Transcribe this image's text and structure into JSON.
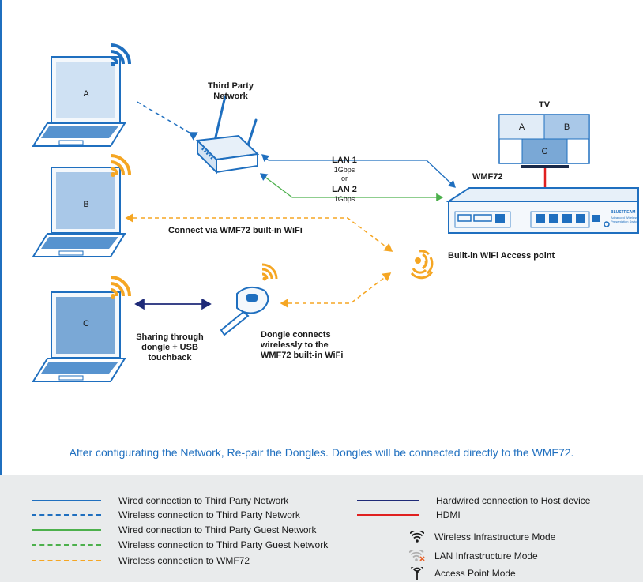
{
  "diagram": {
    "laptops": [
      {
        "label": "A"
      },
      {
        "label": "B"
      },
      {
        "label": "C"
      }
    ],
    "router_label": "Third Party\nNetwork",
    "tv": {
      "title": "TV",
      "tiles": [
        "A",
        "B",
        "C"
      ]
    },
    "device_label": "WMF72",
    "device_brand": "BLUSTREAM",
    "device_model": "Advanced Wireless\nPresentation Switch",
    "lan1": {
      "name": "LAN 1",
      "speed": "1Gbps"
    },
    "lan_or": "or",
    "lan2": {
      "name": "LAN 2",
      "speed": "1Gbps"
    },
    "connect_wifi_label": "Connect via WMF72 built-in WiFi",
    "access_point_label": "Built-in WiFi Access point",
    "sharing_label": "Sharing through\ndongle + USB\ntouchback",
    "dongle_label": "Dongle connects\nwirelessly to the\nWMF72 built-in WiFi"
  },
  "note": "After configurating the Network, Re-pair the Dongles. Dongles will be connected directly to the WMF72.",
  "legend": {
    "left": [
      {
        "label": "Wired connection to Third Party Network",
        "color": "#1f6fbf",
        "style": "solid"
      },
      {
        "label": "Wireless connection to Third Party Network",
        "color": "#1f6fbf",
        "style": "dashed"
      },
      {
        "label": "Wired connection to Third Party Guest Network",
        "color": "#4cb04c",
        "style": "solid"
      },
      {
        "label": "Wireless connection to Third Party Guest Network",
        "color": "#4cb04c",
        "style": "dashed"
      },
      {
        "label": "Wireless connection to WMF72",
        "color": "#f5a623",
        "style": "dashed"
      }
    ],
    "right_lines": [
      {
        "label": "Hardwired connection to Host device",
        "color": "#1e2a78",
        "style": "solid"
      },
      {
        "label": "HDMI",
        "color": "#e02020",
        "style": "solid"
      }
    ],
    "right_icons": [
      {
        "label": "Wireless Infrastructure Mode",
        "icon": "wifi-icon"
      },
      {
        "label": "LAN Infrastructure Mode",
        "icon": "wifi-off-icon"
      },
      {
        "label": "Access Point Mode",
        "icon": "access-point-icon"
      }
    ]
  },
  "colors": {
    "blue": "#1f6fbf",
    "navy": "#1e2a78",
    "green": "#4cb04c",
    "orange": "#f5a623",
    "red": "#e02020",
    "legend_bg": "#e9ebec"
  }
}
